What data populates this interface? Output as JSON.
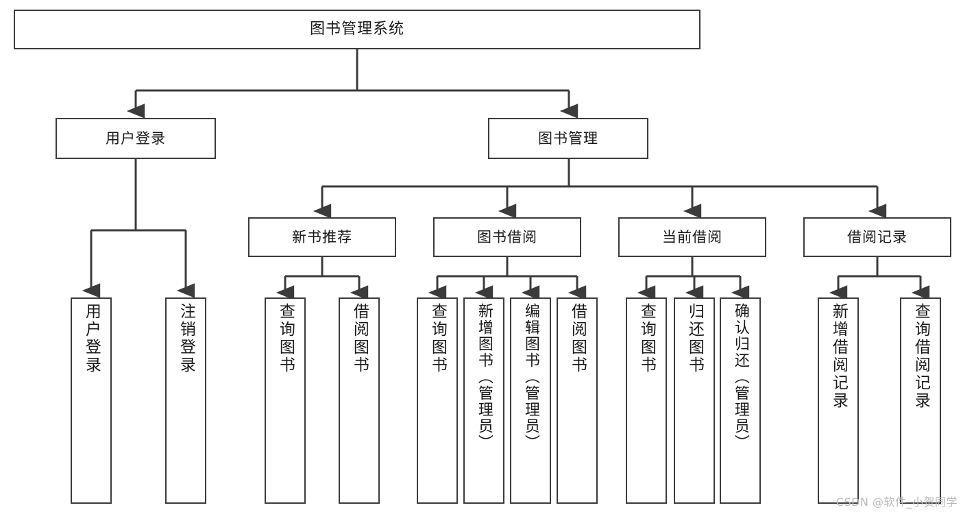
{
  "diagram": {
    "title": "图书管理系统",
    "watermark": "CSDN @软件_小贺同学",
    "edge_color": "#3b3b3b",
    "box_border_color": "#3b3b3b",
    "text_color": "#1a1a1a",
    "background": "#ffffff"
  },
  "nodes": {
    "root": {
      "label": "图书管理系统"
    },
    "level2": [
      {
        "label": "用户登录"
      },
      {
        "label": "图书管理"
      }
    ],
    "level3": [
      {
        "label": "新书推荐"
      },
      {
        "label": "图书借阅"
      },
      {
        "label": "当前借阅"
      },
      {
        "label": "借阅记录"
      }
    ],
    "leaves_user_login": [
      {
        "label": "用户登录"
      },
      {
        "label": "注销登录"
      }
    ],
    "leaves_new_book": [
      {
        "label": "查询图书"
      },
      {
        "label": "借阅图书"
      }
    ],
    "leaves_borrow": [
      {
        "label": "查询图书"
      },
      {
        "label": "新增图书（管理员）"
      },
      {
        "label": "编辑图书（管理员）"
      },
      {
        "label": "借阅图书"
      }
    ],
    "leaves_current": [
      {
        "label": "查询图书"
      },
      {
        "label": "归还图书"
      },
      {
        "label": "确认归还（管理员）"
      }
    ],
    "leaves_record": [
      {
        "label": "新增借阅记录"
      },
      {
        "label": "查询借阅记录"
      }
    ]
  }
}
